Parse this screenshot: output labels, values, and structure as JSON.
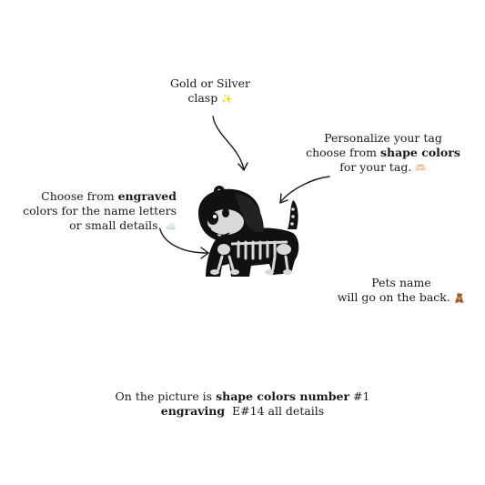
{
  "clasp": {
    "line1": "Gold or Silver",
    "line2": "clasp",
    "emoji": "✨"
  },
  "shape": {
    "line1": "Personalize your tag",
    "line2_pre": "choose from ",
    "line2_bold": "shape colors",
    "line3": "for your tag.",
    "emoji": "🫶🏻"
  },
  "engraved": {
    "line1_pre": "Choose from ",
    "line1_bold": "engraved",
    "line2": "colors for the name letters",
    "line3": "or small details.",
    "emoji": "☁️"
  },
  "pets_name": {
    "line1": "Pets name",
    "line2": "will go on the back.",
    "emoji": "🧸"
  },
  "caption": {
    "line1_pre": "On the picture is ",
    "line1_bold": "shape colors number",
    "line1_post": " #1",
    "line2_bold": "engraving",
    "line2_post": "  E#14 all details"
  },
  "colors": {
    "tag_body": "#111111",
    "engraving": "#d9d9d9",
    "text": "#1a1a1a",
    "background": "#ffffff"
  },
  "icons": {
    "clasp_emoji": "sparkles",
    "shape_emoji": "heart-hands",
    "engraved_emoji": "cloud",
    "pets_emoji": "teddy-bear"
  }
}
